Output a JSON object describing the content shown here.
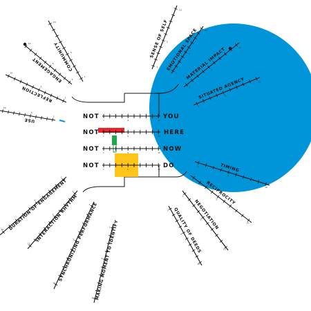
{
  "colors": {
    "circle": "#0094d8",
    "red_mark": "#e8262a",
    "green_mark": "#1fa64a",
    "yellow_mark": "#ffc20e",
    "ink": "#111111"
  },
  "rows": [
    {
      "prefix": "NOT",
      "word": "YOU"
    },
    {
      "prefix": "NOT",
      "word": "HERE"
    },
    {
      "prefix": "NOT",
      "word": "NOW"
    },
    {
      "prefix": "NOT",
      "word": "DO"
    }
  ],
  "upper_left_axes": [
    {
      "label": "COMMUNITY"
    },
    {
      "label": "ENGAGEMENT"
    },
    {
      "label": "REFLECTION"
    },
    {
      "label": "USE"
    }
  ],
  "upper_right_axes": [
    {
      "label": "SENSE OF SELF"
    },
    {
      "label": "EMOTIONAL SPACE"
    },
    {
      "label": "MATERIAL IMPACT"
    },
    {
      "label": "SITUATED AGENCY"
    }
  ],
  "lower_right_axes": [
    {
      "label": "TIMING"
    },
    {
      "label": "RECIPROCITY"
    },
    {
      "label": "NEGOTIATION"
    },
    {
      "label": "QUALITY OF DEEDS"
    }
  ],
  "lower_left_axes": [
    {
      "label": "DURATION OF ENGAGEMENT"
    },
    {
      "label": "INTERACTION RHYTHM"
    },
    {
      "label": "SYNCHRONIZING PERFORMANCE"
    },
    {
      "label": "MAKING MOMENT TO IDENTIFY"
    }
  ],
  "ticks": [
    "1",
    "2",
    "3",
    "4",
    "5",
    "6",
    "7",
    "8",
    "9",
    "10"
  ]
}
